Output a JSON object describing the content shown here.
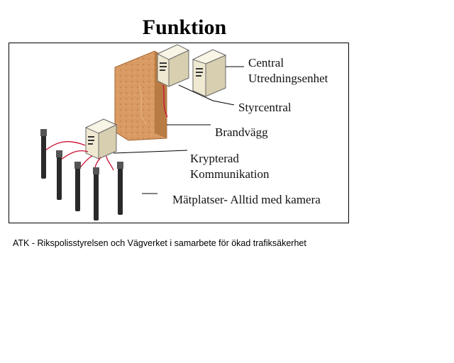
{
  "title": "Funktion",
  "labels": {
    "central_line1": "Central",
    "central_line2": "Utredningsenhet",
    "styrcentral": "Styrcentral",
    "brandvagg": "Brandvägg",
    "krypterad_line1": "Krypterad",
    "krypterad_line2": "Kommunikation",
    "matplatser": "Mätplatser- Alltid med kamera"
  },
  "caption": "ATK - Rikspolisstyrelsen och Vägverket i samarbete för ökad trafiksäkerhet",
  "colors": {
    "firewall": "#d99a63",
    "server": "#eee6cc",
    "cable": "#cc1133",
    "pole": "#2a2a2a"
  },
  "icons": [
    "server-icon",
    "firewall-icon",
    "camera-pole-icon"
  ]
}
